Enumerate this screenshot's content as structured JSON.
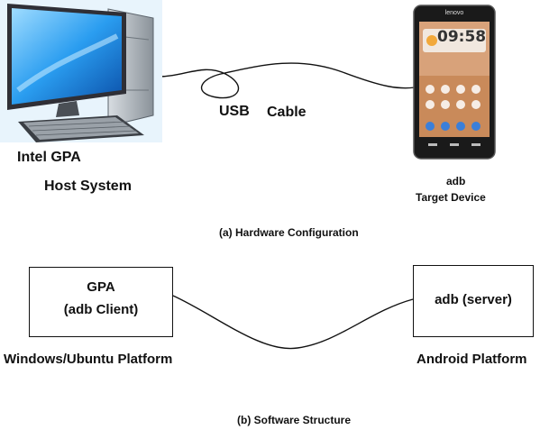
{
  "hardware": {
    "host_label_line1": "Intel GPA",
    "host_label_line2": "Host System",
    "cable_label_1": "USB",
    "cable_label_2": "Cable",
    "device_label_line1": "adb",
    "device_label_line2": "Target Device",
    "phone_clock": "09:58",
    "phone_brand": "lenovo",
    "caption": "(a) Hardware Configuration"
  },
  "software": {
    "left_box_line1": "GPA",
    "left_box_line2": "(adb Client)",
    "right_box": "adb (server)",
    "left_platform": "Windows/Ubuntu Platform",
    "right_platform": "Android Platform",
    "caption": "(b) Software Structure"
  },
  "icons": [
    "computer-icon",
    "smartphone-icon"
  ]
}
